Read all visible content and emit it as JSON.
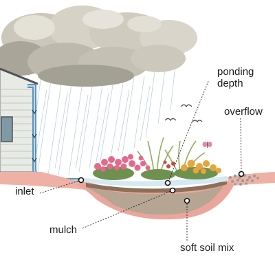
{
  "labels": {
    "ponding_depth": {
      "line1": "ponding",
      "line2": "depth"
    },
    "overflow": "overflow",
    "inlet": "inlet",
    "mulch": "mulch",
    "soft_soil_mix": "soft soil mix"
  },
  "colors": {
    "sky_cloud": "#d8d4c8",
    "cloud_shadow": "#9b978c",
    "rain": "#8fb0c4",
    "house_siding": "#e9ebe6",
    "downspout": "#6fa4c6",
    "water": "#cfe6f0",
    "soil_top": "#e9a59c",
    "soil_mix": "#b9a998",
    "flower_pink": "#e36a8c",
    "flower_yellow": "#e8a53a",
    "grass": "#9bb86a",
    "callout": "#222222"
  }
}
